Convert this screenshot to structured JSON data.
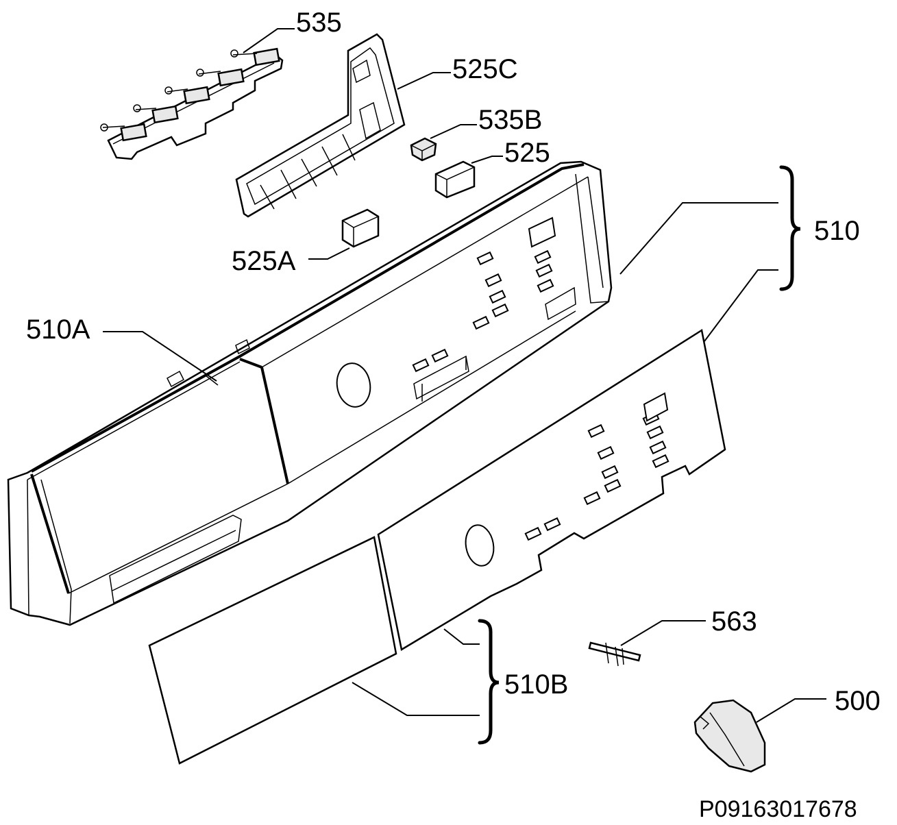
{
  "labels": {
    "l535": "535",
    "l525C": "525C",
    "l535B": "535B",
    "l525": "525",
    "l510": "510",
    "l525A": "525A",
    "l510A": "510A",
    "l563": "563",
    "l510B": "510B",
    "l500": "500"
  },
  "reference": "P09163017678"
}
